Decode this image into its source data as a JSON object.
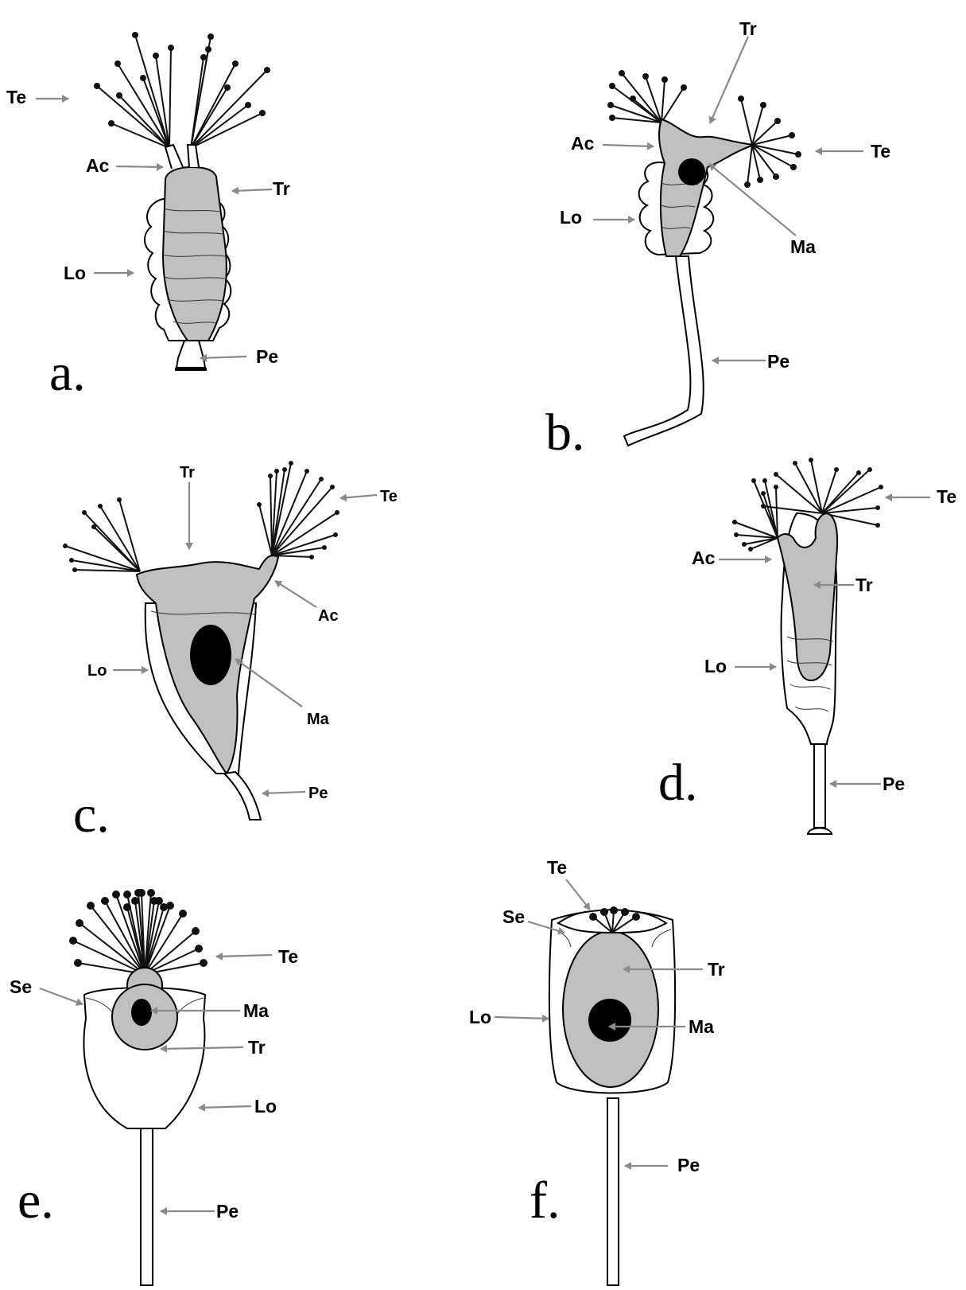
{
  "panels": {
    "a": {
      "letter": "a.",
      "labels": {
        "te": "Te",
        "ac": "Ac",
        "tr": "Tr",
        "lo": "Lo",
        "pe": "Pe"
      }
    },
    "b": {
      "letter": "b.",
      "labels": {
        "tr": "Tr",
        "ac": "Ac",
        "te": "Te",
        "lo": "Lo",
        "ma": "Ma",
        "pe": "Pe"
      }
    },
    "c": {
      "letter": "c.",
      "labels": {
        "tr": "Tr",
        "te": "Te",
        "ac": "Ac",
        "lo": "Lo",
        "ma": "Ma",
        "pe": "Pe"
      }
    },
    "d": {
      "letter": "d.",
      "labels": {
        "te": "Te",
        "ac": "Ac",
        "tr": "Tr",
        "lo": "Lo",
        "pe": "Pe"
      }
    },
    "e": {
      "letter": "e.",
      "labels": {
        "te": "Te",
        "se": "Se",
        "ma": "Ma",
        "tr": "Tr",
        "lo": "Lo",
        "pe": "Pe"
      }
    },
    "f": {
      "letter": "f.",
      "labels": {
        "te": "Te",
        "se": "Se",
        "tr": "Tr",
        "lo": "Lo",
        "ma": "Ma",
        "pe": "Pe"
      }
    }
  },
  "colors": {
    "cell_fill": "#c0c0c0",
    "arrow": "#8a8a8a",
    "outline": "#000000"
  }
}
